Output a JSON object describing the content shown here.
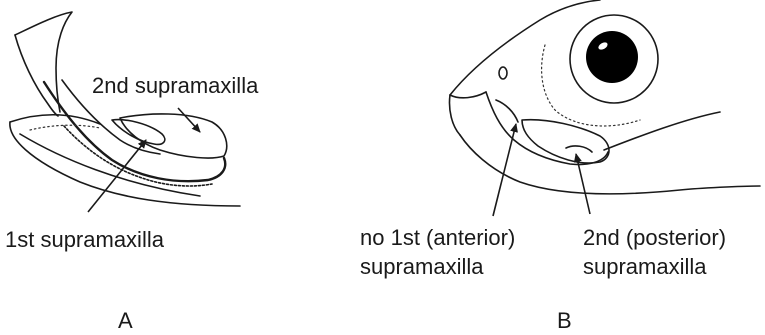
{
  "panel_a": {
    "letter": "A",
    "label_second": "2nd supramaxilla",
    "label_first": "1st supramaxilla"
  },
  "panel_b": {
    "letter": "B",
    "label_left_line1": "no 1st (anterior)",
    "label_left_line2": "supramaxilla",
    "label_right_line1": "2nd (posterior)",
    "label_right_line2": "supramaxilla"
  },
  "colors": {
    "ink": "#1a1a1a",
    "background": "#ffffff"
  }
}
